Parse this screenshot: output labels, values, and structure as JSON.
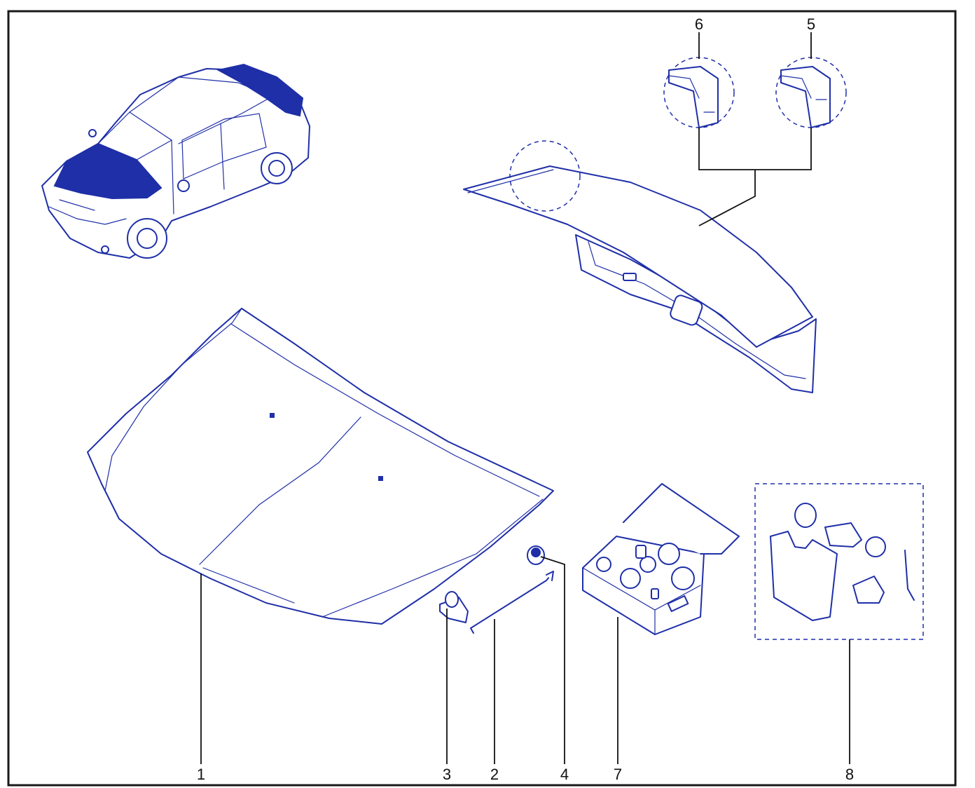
{
  "colors": {
    "line": "#1f2fa8",
    "frame": "#1a1a1a",
    "background": "#ffffff"
  },
  "callouts": [
    {
      "id": "1",
      "label": "1"
    },
    {
      "id": "2",
      "label": "2"
    },
    {
      "id": "3",
      "label": "3"
    },
    {
      "id": "4",
      "label": "4"
    },
    {
      "id": "5",
      "label": "5"
    },
    {
      "id": "6",
      "label": "6"
    },
    {
      "id": "7",
      "label": "7"
    },
    {
      "id": "8",
      "label": "8"
    }
  ]
}
